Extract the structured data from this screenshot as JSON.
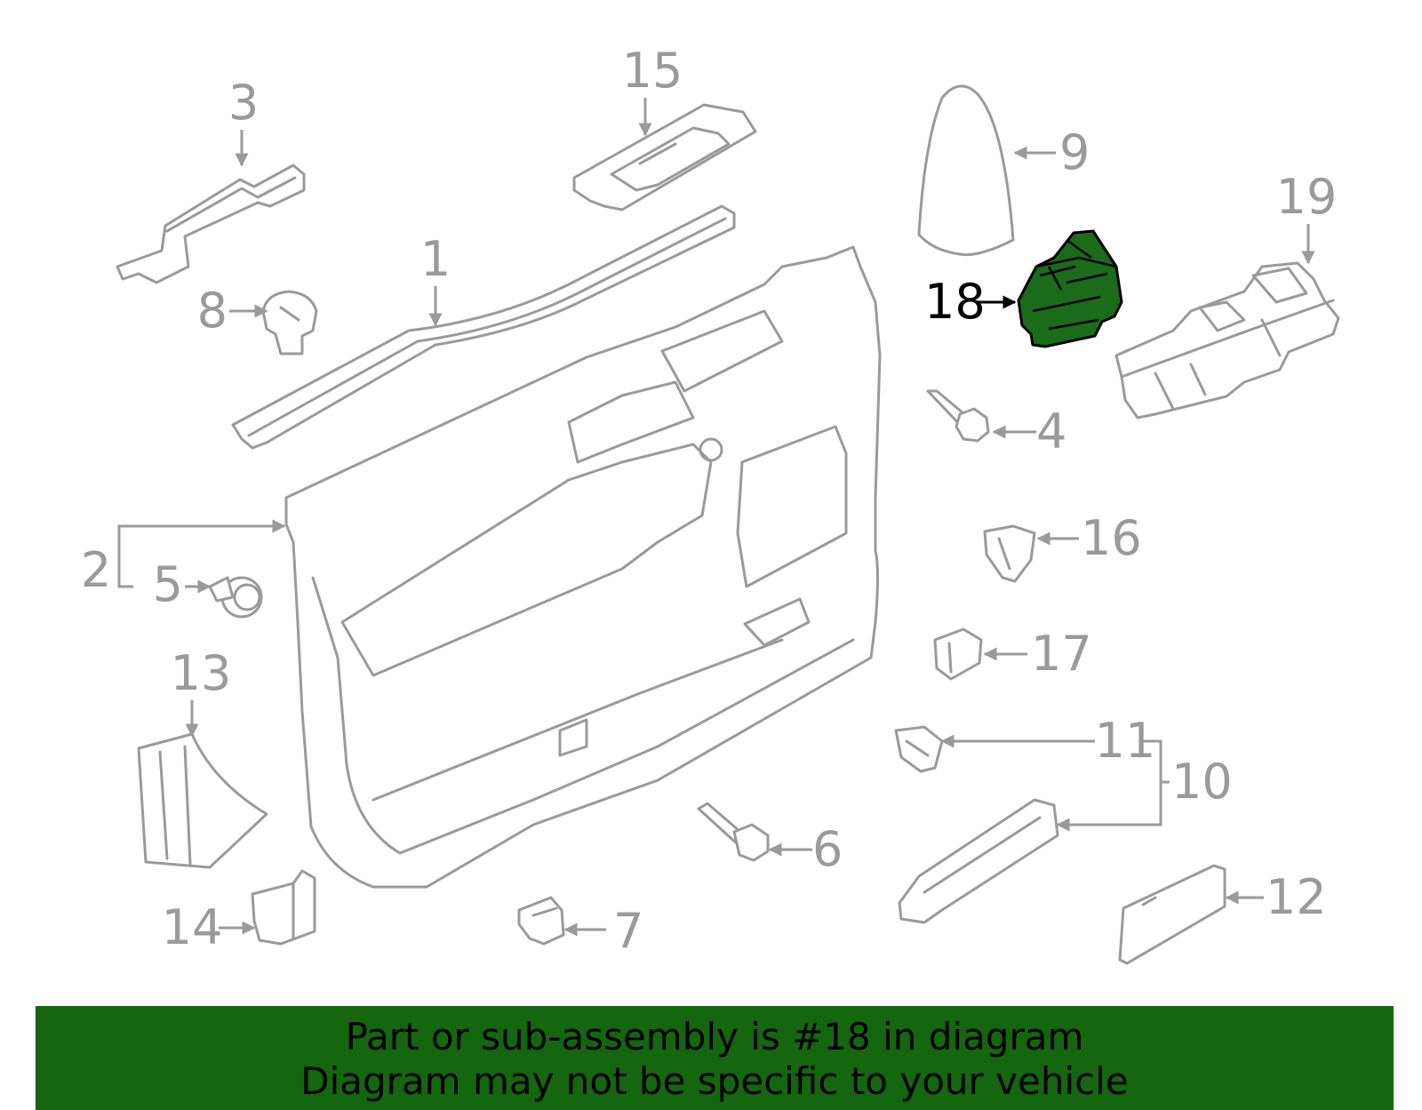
{
  "diagram": {
    "highlighted_part": "18",
    "callouts": [
      "1",
      "2",
      "3",
      "4",
      "5",
      "6",
      "7",
      "8",
      "9",
      "10",
      "11",
      "12",
      "13",
      "14",
      "15",
      "16",
      "17",
      "18",
      "19"
    ]
  },
  "footer": {
    "line1": "Part or sub-assembly is #18 in diagram",
    "line2": "Diagram may not be specific to your vehicle"
  },
  "colors": {
    "highlight_fill": "#1a6b1a",
    "footer_background": "#14660f",
    "line_art": "#9a9a9a"
  }
}
